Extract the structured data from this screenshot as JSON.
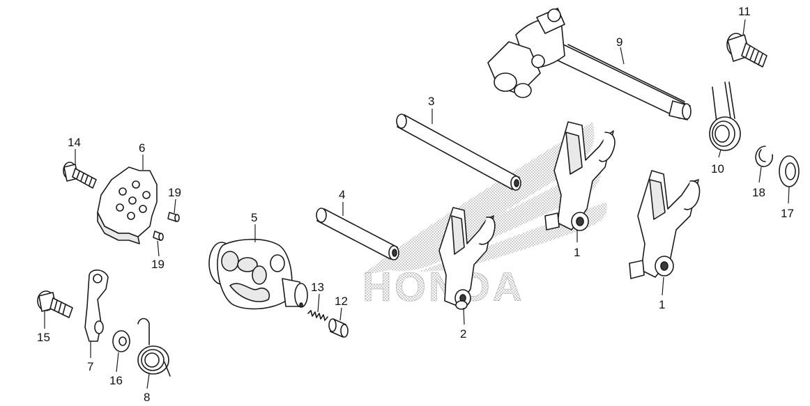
{
  "diagram": {
    "watermark": "HONDA",
    "callouts": {
      "fork_right": "1",
      "fork_center": "1",
      "fork_left": "2",
      "shaft_long": "3",
      "shaft_short": "4",
      "drum": "5",
      "plate": "6",
      "stopper_arm": "7",
      "spring_small": "8",
      "spindle": "9",
      "spring_return": "10",
      "bolt_top": "11",
      "pin": "12",
      "spring_tiny": "13",
      "bolt_plate": "14",
      "bolt_arm": "15",
      "washer_small": "16",
      "washer_right": "17",
      "circlip": "18",
      "dowel_upper": "19",
      "dowel_lower": "19"
    }
  }
}
